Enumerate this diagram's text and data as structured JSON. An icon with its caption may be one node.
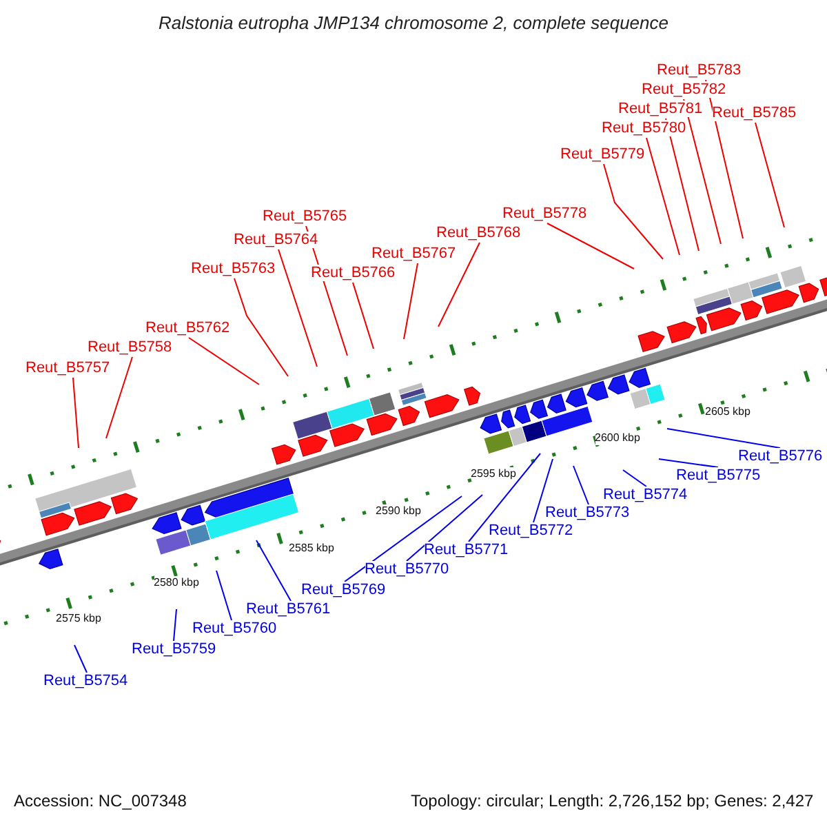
{
  "diagram": {
    "title": "Ralstonia eutropha JMP134 chromosome 2, complete sequence",
    "nodes": [
      {
        "text": [
          "Reut_B5783"
        ]
      },
      {
        "text": [
          "Reut_B5782"
        ]
      },
      {
        "text": [
          "Reut_B5781"
        ]
      },
      {
        "text": [
          "Reut_B5785"
        ]
      },
      {
        "text": [
          "Reut_B5780"
        ]
      },
      {
        "text": [
          "Reut_B5779"
        ]
      },
      {
        "text": [
          "Reut_B5765"
        ]
      },
      {
        "text": [
          "Reut_B5778"
        ]
      },
      {
        "text": [
          "Reut_B5764"
        ]
      },
      {
        "text": [
          "Reut_B5768"
        ]
      },
      {
        "text": [
          "Reut_B5767"
        ]
      },
      {
        "text": [
          "Reut_B5763"
        ]
      },
      {
        "text": [
          "Reut_B5766"
        ]
      },
      {
        "text": [
          "Reut_B5762"
        ]
      },
      {
        "text": [
          "Reut_B5758"
        ]
      },
      {
        "text": [
          "Reut_B5757"
        ]
      },
      {
        "text": [
          "Reut_B5776"
        ]
      },
      {
        "text": [
          "Reut_B5775"
        ]
      },
      {
        "text": [
          "Reut_B5774"
        ]
      },
      {
        "text": [
          "Reut_B5773"
        ]
      },
      {
        "text": [
          "Reut_B5772"
        ]
      },
      {
        "text": [
          "Reut_B5771"
        ]
      },
      {
        "text": [
          "Reut_B5770"
        ]
      },
      {
        "text": [
          "Reut_B5769"
        ]
      },
      {
        "text": [
          "Reut_B5761"
        ]
      },
      {
        "text": [
          "Reut_B5760"
        ]
      },
      {
        "text": [
          "Reut_B5759"
        ]
      },
      {
        "text": [
          "Reut_B5754"
        ]
      }
    ],
    "edges": [
      {
        "from": 0,
        "to": null,
        "arrow": "none"
      },
      {
        "from": 1,
        "to": null,
        "arrow": "none"
      },
      {
        "from": 2,
        "to": null,
        "arrow": "none"
      },
      {
        "from": 3,
        "to": null,
        "arrow": "none"
      },
      {
        "from": 4,
        "to": null,
        "arrow": "none"
      },
      {
        "from": 5,
        "to": null,
        "arrow": "none"
      },
      {
        "from": 6,
        "to": null,
        "arrow": "none"
      },
      {
        "from": 7,
        "to": null,
        "arrow": "none"
      },
      {
        "from": 8,
        "to": null,
        "arrow": "none"
      },
      {
        "from": 9,
        "to": null,
        "arrow": "none"
      },
      {
        "from": 10,
        "to": null,
        "arrow": "none"
      },
      {
        "from": 11,
        "to": null,
        "arrow": "none"
      },
      {
        "from": 12,
        "to": null,
        "arrow": "none"
      },
      {
        "from": 13,
        "to": null,
        "arrow": "none"
      },
      {
        "from": 14,
        "to": null,
        "arrow": "none"
      },
      {
        "from": 15,
        "to": null,
        "arrow": "none"
      },
      {
        "from": 16,
        "to": null,
        "arrow": "none",
        "color": "#0000ee"
      },
      {
        "from": 17,
        "to": null,
        "arrow": "none",
        "color": "#0000ee"
      },
      {
        "from": 18,
        "to": null,
        "arrow": "none",
        "color": "#0000ee"
      },
      {
        "from": 19,
        "to": null,
        "arrow": "none",
        "color": "#0000ee"
      },
      {
        "from": 20,
        "to": null,
        "arrow": "none",
        "color": "#0000ee"
      },
      {
        "from": 21,
        "to": null,
        "arrow": "none",
        "color": "#0000ee"
      },
      {
        "from": 22,
        "to": null,
        "arrow": "none",
        "color": "#0000ee"
      },
      {
        "from": 23,
        "to": null,
        "arrow": "none",
        "color": "#0000ee"
      },
      {
        "from": 24,
        "to": null,
        "arrow": "none",
        "color": "#0000ee"
      },
      {
        "from": 25,
        "to": null,
        "arrow": "none",
        "color": "#0000ee"
      },
      {
        "from": 26,
        "to": null,
        "arrow": "none",
        "color": "#0000ee"
      },
      {
        "from": 27,
        "to": null,
        "arrow": "none",
        "color": "#0000ee"
      }
    ],
    "labels": [
      "2575 kbp",
      "2580 kbp",
      "2585 kbp",
      "2590 kbp",
      "2595 kbp",
      "2600 kbp",
      "2605 kbp",
      "Accession: NC_007348",
      "Topology: circular; Length: 2,726,152 bp; Genes: 2,427"
    ]
  }
}
